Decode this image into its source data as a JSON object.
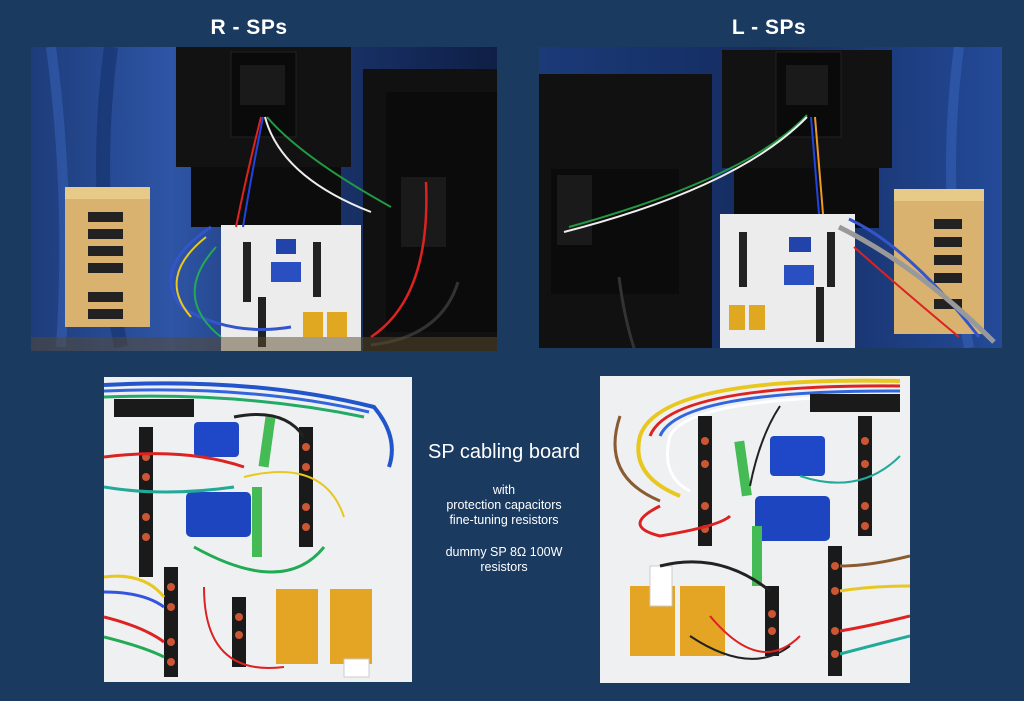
{
  "titles": {
    "right_speakers": "R - SPs",
    "left_speakers": "L - SPs"
  },
  "caption": {
    "title": "SP cabling board",
    "line_with": "with",
    "line_protection": "protection capacitors",
    "line_fine_tuning": "fine-tuning resistors",
    "line_dummy": "dummy SP 8Ω 100W",
    "line_resistors": "resistors"
  },
  "photos": {
    "right_setup": "photo-right-speaker-setup",
    "left_setup": "photo-left-speaker-setup",
    "right_board": "photo-right-cabling-board",
    "left_board": "photo-left-cabling-board"
  },
  "colors": {
    "background": "#1a3a60",
    "text": "#ffffff"
  }
}
